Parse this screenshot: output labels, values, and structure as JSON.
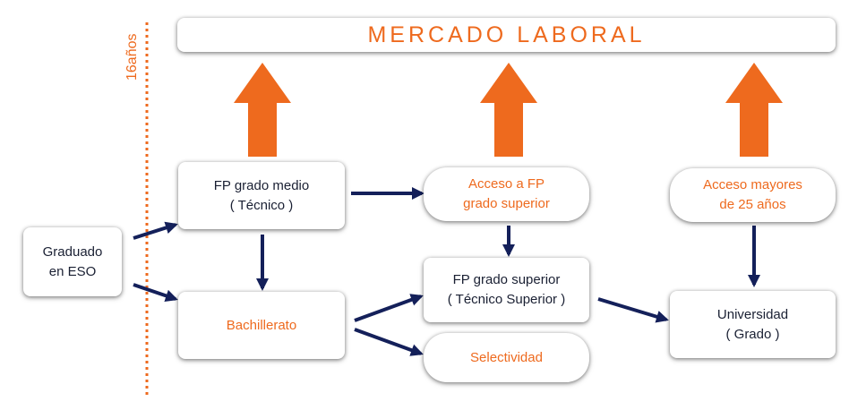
{
  "banner": {
    "title": "MERCADO LABORAL"
  },
  "age_marker": {
    "label": "16años"
  },
  "nodes": {
    "graduado": {
      "line1": "Graduado",
      "line2": "en ESO"
    },
    "fp_medio": {
      "line1": "FP grado medio",
      "line2": "( Técnico )"
    },
    "bachillerato": {
      "line1": "Bachillerato"
    },
    "acceso_fp_superior": {
      "line1": "Acceso a FP",
      "line2": "grado superior"
    },
    "fp_superior": {
      "line1": "FP grado superior",
      "line2": "( Técnico Superior )"
    },
    "selectividad": {
      "line1": "Selectividad"
    },
    "acceso_mayores": {
      "line1": "Acceso mayores",
      "line2": "de 25 años"
    },
    "universidad": {
      "line1": "Universidad",
      "line2": "( Grado )"
    }
  },
  "colors": {
    "accent": "#ee6a1e",
    "arrow_dark": "#14205a",
    "text_dark": "#1a2033"
  }
}
